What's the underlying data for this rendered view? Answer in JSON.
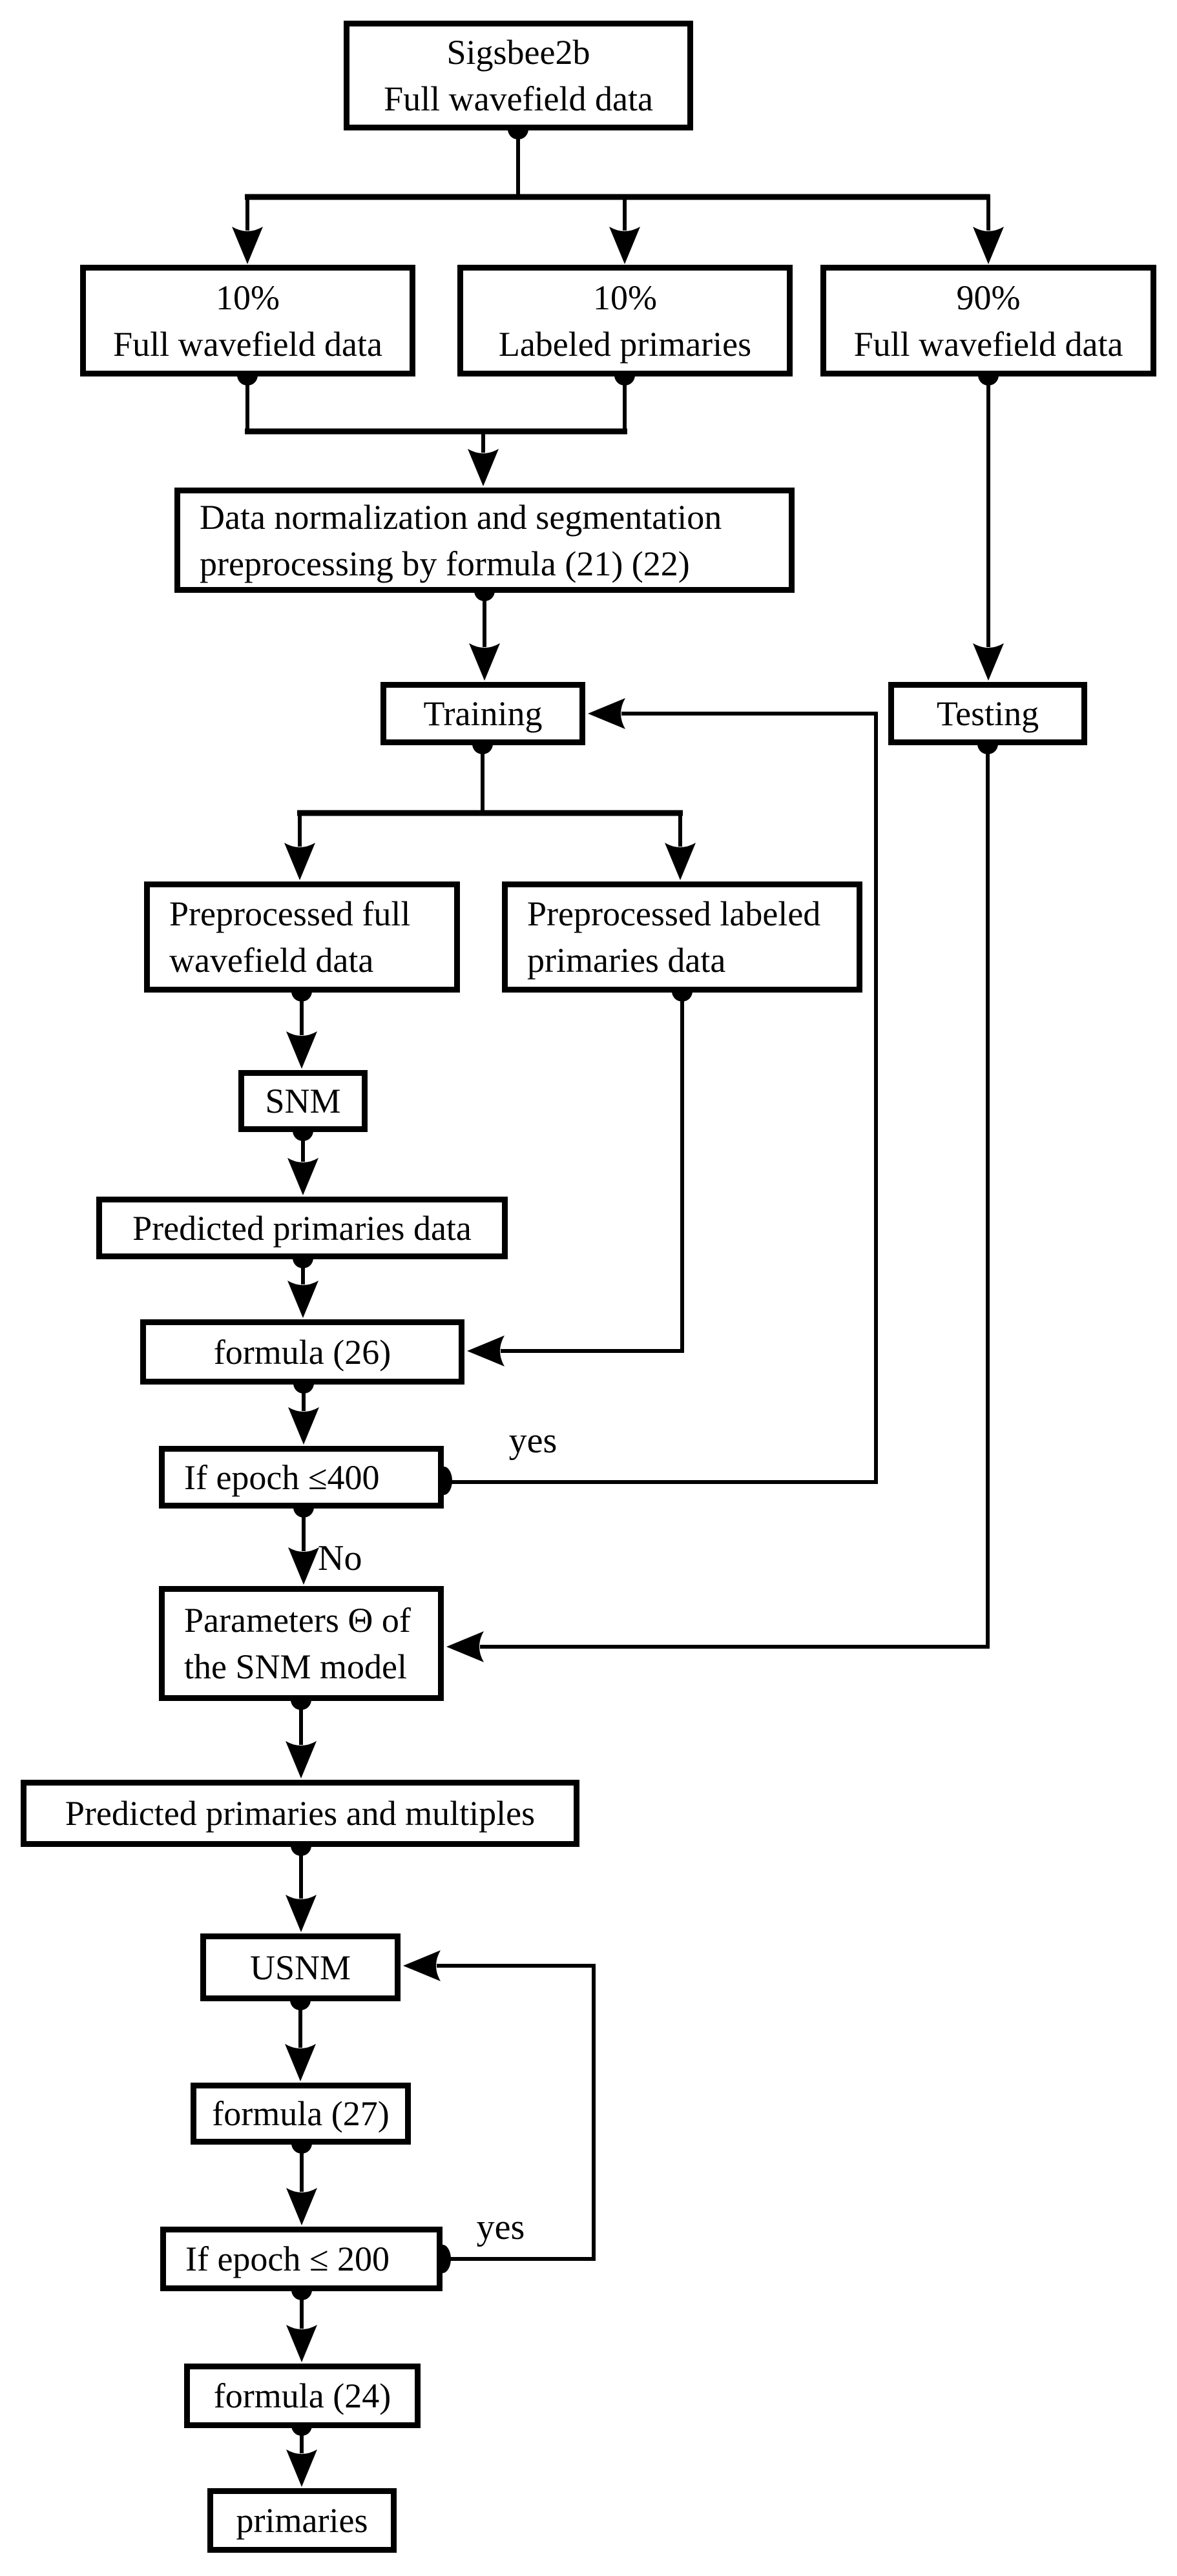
{
  "diagram": {
    "nodes": {
      "source": {
        "label": "Sigsbee2b\nFull wavefield data"
      },
      "tenFull": {
        "label": "10%\nFull wavefield data"
      },
      "tenLab": {
        "label": "10%\nLabeled primaries"
      },
      "ninetyFull": {
        "label": "90%\nFull wavefield data"
      },
      "prep": {
        "label": "Data normalization and segmentation\npreprocessing by formula (21) (22)"
      },
      "training": {
        "label": "Training"
      },
      "testing": {
        "label": "Testing"
      },
      "preFull": {
        "label": "Preprocessed full\nwavefield data"
      },
      "preLab": {
        "label": "Preprocessed labeled\nprimaries data"
      },
      "snm": {
        "label": "SNM"
      },
      "predPrim": {
        "label": "Predicted primaries data"
      },
      "formula26": {
        "label": "formula (26)"
      },
      "ifEpoch400": {
        "label": "If epoch ≤400"
      },
      "params": {
        "label": "Parameters Θ of\nthe SNM model"
      },
      "ppm": {
        "label": "Predicted primaries and multiples"
      },
      "usnm": {
        "label": "USNM"
      },
      "formula27": {
        "label": "formula (27)"
      },
      "ifEpoch200": {
        "label": "If epoch ≤ 200"
      },
      "formula24": {
        "label": "formula (24)"
      },
      "primaries": {
        "label": "primaries"
      }
    },
    "edge_labels": {
      "yes_epoch400": "yes",
      "no_epoch400": "No",
      "yes_epoch200": "yes"
    },
    "colors": {
      "line": "#000000",
      "box_border": "#000000",
      "background": "#ffffff",
      "text": "#000000"
    }
  }
}
